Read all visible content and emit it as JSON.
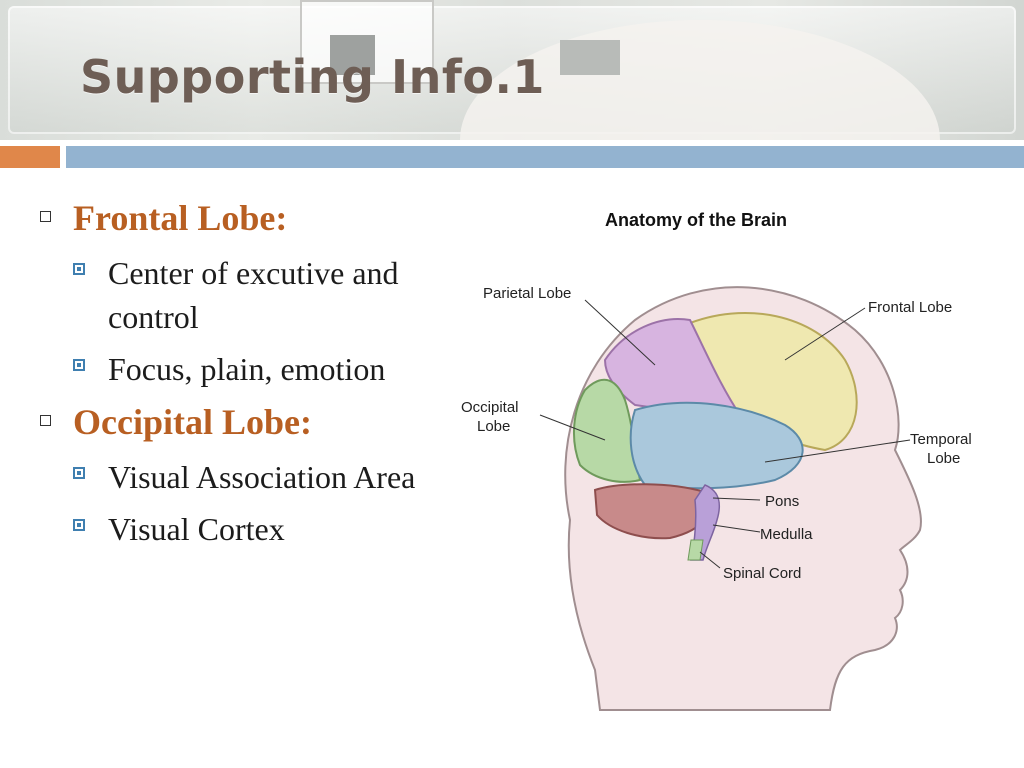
{
  "slide": {
    "title": "Supporting Info.1"
  },
  "bullets": [
    {
      "heading": "Frontal Lobe:",
      "items": [
        "Center of excutive and control",
        "Focus, plain, emotion"
      ]
    },
    {
      "heading": "Occipital Lobe:",
      "items": [
        "Visual Association Area",
        "Visual Cortex"
      ]
    }
  ],
  "figure": {
    "title": "Anatomy of the Brain",
    "labels": {
      "parietal": "Parietal Lobe",
      "frontal": "Frontal Lobe",
      "occipital_1": "Occipital",
      "occipital_2": "Lobe",
      "temporal_1": "Temporal",
      "temporal_2": "Lobe",
      "pons": "Pons",
      "medulla": "Medulla",
      "spinal": "Spinal Cord"
    }
  },
  "colors": {
    "accent_orange": "#e0874a",
    "accent_blue": "#93b3d0",
    "heading_orange": "#b85f22",
    "bullet_blue": "#3f7fb0",
    "title_brown": "#6e5e55",
    "parietal": "#d7b4e0",
    "frontal": "#efe8b0",
    "occipital": "#b7d9a6",
    "temporal": "#aac8dc",
    "cerebellum": "#c88a8a"
  }
}
